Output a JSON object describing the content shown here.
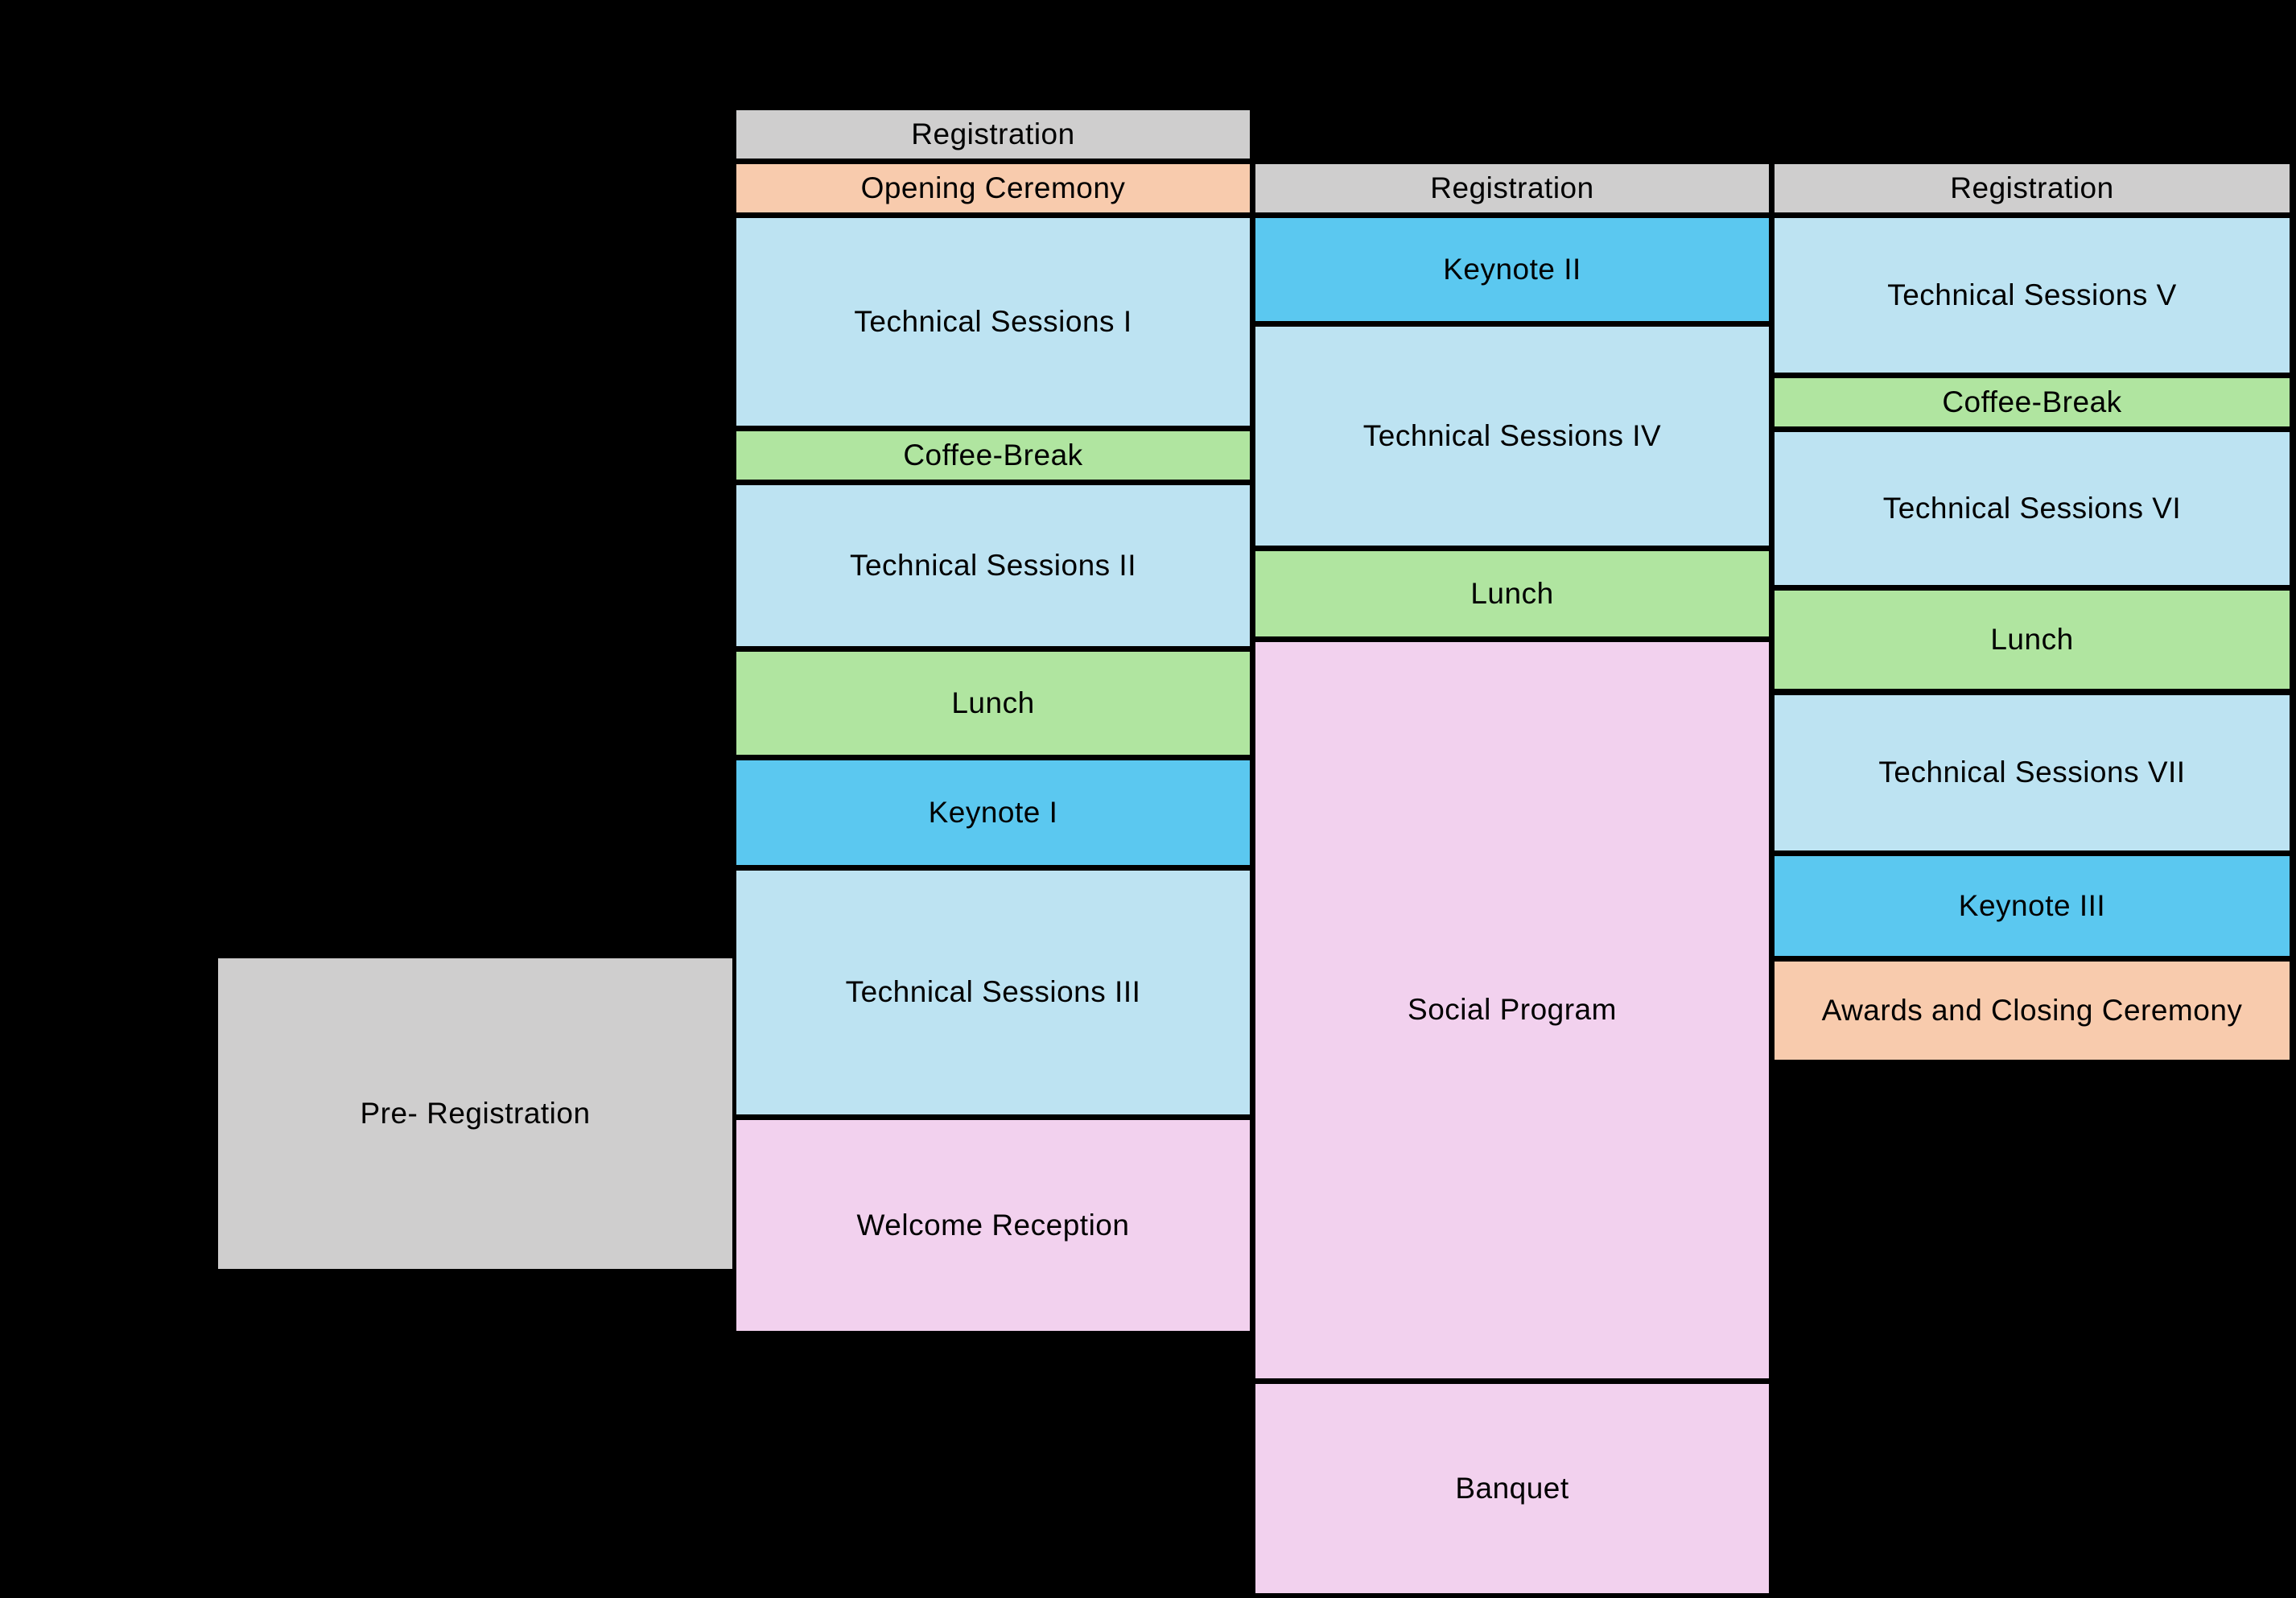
{
  "palette": {
    "background": "#000000",
    "border": "#000000",
    "text": "#000000",
    "grey": "#CFCECE",
    "peach": "#F8CBAD",
    "light_blue": "#BDE3F2",
    "blue": "#5BC8F0",
    "green": "#B0E5A0",
    "pink": "#F2D1EE"
  },
  "pre_registration": {
    "label": "Pre- Registration",
    "color": "grey"
  },
  "days": [
    {
      "blocks": [
        {
          "label": "Registration",
          "color": "grey"
        },
        {
          "label": "Opening Ceremony",
          "color": "peach"
        },
        {
          "label": "Technical Sessions I",
          "color": "light_blue"
        },
        {
          "label": "Coffee-Break",
          "color": "green"
        },
        {
          "label": "Technical Sessions II",
          "color": "light_blue"
        },
        {
          "label": "Lunch",
          "color": "green"
        },
        {
          "label": "Keynote I",
          "color": "blue"
        },
        {
          "label": "Technical Sessions III",
          "color": "light_blue"
        },
        {
          "label": "Welcome Reception",
          "color": "pink"
        }
      ]
    },
    {
      "blocks": [
        {
          "label": "Registration",
          "color": "grey"
        },
        {
          "label": "Keynote II",
          "color": "blue"
        },
        {
          "label": "Technical Sessions IV",
          "color": "light_blue"
        },
        {
          "label": "Lunch",
          "color": "green"
        },
        {
          "label": "Social Program",
          "color": "pink"
        },
        {
          "label": "Banquet",
          "color": "pink"
        }
      ]
    },
    {
      "blocks": [
        {
          "label": "Registration",
          "color": "grey"
        },
        {
          "label": "Technical Sessions V",
          "color": "light_blue"
        },
        {
          "label": "Coffee-Break",
          "color": "green"
        },
        {
          "label": "Technical Sessions VI",
          "color": "light_blue"
        },
        {
          "label": "Lunch",
          "color": "green"
        },
        {
          "label": "Technical Sessions VII",
          "color": "light_blue"
        },
        {
          "label": "Keynote III",
          "color": "blue"
        },
        {
          "label": "Awards and Closing Ceremony",
          "color": "peach"
        }
      ]
    }
  ]
}
